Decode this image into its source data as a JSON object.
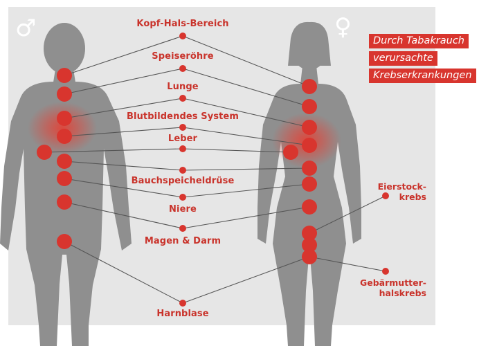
{
  "title": {
    "lines": [
      "Durch Tabakrauch",
      "verursachte",
      "Krebserkrankungen"
    ]
  },
  "symbols": {
    "male": "♂",
    "female": "♀"
  },
  "colors": {
    "accent": "#d8352e",
    "panel": "#e6e6e6",
    "silhouette": "#8f8f8f",
    "label": "#c9332b",
    "line": "#555555"
  },
  "organs": [
    "Kopf-Hals-Bereich",
    "Speiseröhre",
    "Lunge",
    "Blutbildendes System",
    "Leber",
    "Bauchspeicheldrüse",
    "Niere",
    "Magen & Darm",
    "Harnblase"
  ],
  "female_only": {
    "ovary_line1": "Eierstock-",
    "ovary_line2": "krebs",
    "cervix_line1": "Gebärmutter-",
    "cervix_line2": "halskrebs"
  }
}
